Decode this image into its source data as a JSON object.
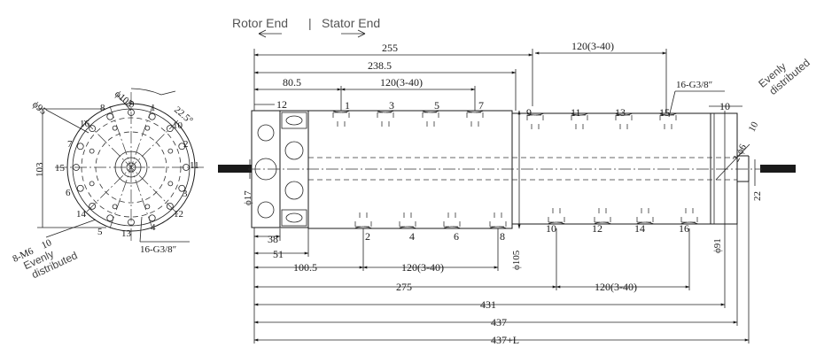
{
  "header": {
    "rotor_label": "Rotor End",
    "separator": "|",
    "stator_label": "Stator End"
  },
  "end_view": {
    "outer_dia": "ϕ105",
    "bolt_circle": "ϕ95",
    "height": "103",
    "angle": "22.5°",
    "thread_note": "16-G3/8″",
    "mount_note": "8-M6",
    "mount_depth": "10",
    "evenly_1": "Evenly",
    "evenly_2": "distributed",
    "ports": [
      "1",
      "2",
      "3",
      "4",
      "5",
      "6",
      "7",
      "8",
      "9",
      "10",
      "11",
      "12",
      "13",
      "14",
      "15",
      "16"
    ]
  },
  "side_view": {
    "top_dims": [
      "255",
      "238.5",
      "80.5",
      "120(3-40)",
      "12",
      "120(3-40)"
    ],
    "thread_note": "16-G3/8″",
    "right_hole": "2-ϕ6",
    "right_hole_depth": "10",
    "right_10": "10",
    "right_22": "22",
    "evenly_1": "Evenly",
    "evenly_2": "distributed",
    "dia_17": "ϕ17",
    "dia_105": "ϕ105",
    "dia_91": "ϕ91",
    "rotor_top_ports": [
      "1",
      "3",
      "5",
      "7"
    ],
    "rotor_bottom_ports": [
      "2",
      "4",
      "6",
      "8"
    ],
    "stator_top_ports": [
      "9",
      "11",
      "13",
      "15"
    ],
    "stator_bottom_ports": [
      "10",
      "12",
      "14",
      "16"
    ],
    "bottom_dims": [
      "38",
      "51",
      "100.5",
      "120(3-40)",
      "275",
      "120(3-40)",
      "431",
      "437",
      "437+L"
    ]
  }
}
